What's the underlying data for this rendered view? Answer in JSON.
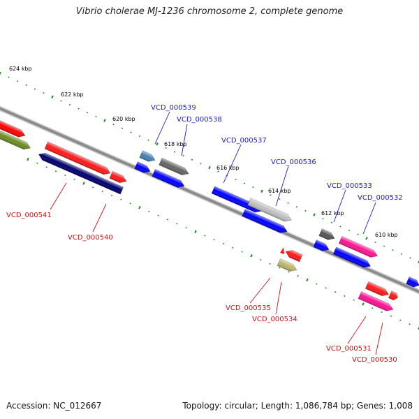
{
  "title": "Vibrio cholerae MJ-1236 chromosome 2, complete genome",
  "footer": {
    "accession": "Accession: NC_012667",
    "topology": "Topology: circular; Length: 1,086,784 bp; Genes: 1,008"
  },
  "tick_labels": [
    "624 kbp",
    "622 kbp",
    "620 kbp",
    "618 kbp",
    "616 kbp",
    "614 kbp",
    "612 kbp",
    "610 kbp"
  ],
  "gene_labels": [
    "VCD_000539",
    "VCD_000538",
    "VCD_000537",
    "VCD_000536",
    "VCD_000533",
    "VCD_000532",
    "VCD_000541",
    "VCD_000540",
    "VCD_000535",
    "VCD_000534",
    "VCD_000531",
    "VCD_000530"
  ],
  "colors": {
    "forward_label": "#1a1acc",
    "reverse_label": "#cc1111",
    "backbone": "#8c8c8c",
    "tick_marks": "#1a8a1a"
  }
}
